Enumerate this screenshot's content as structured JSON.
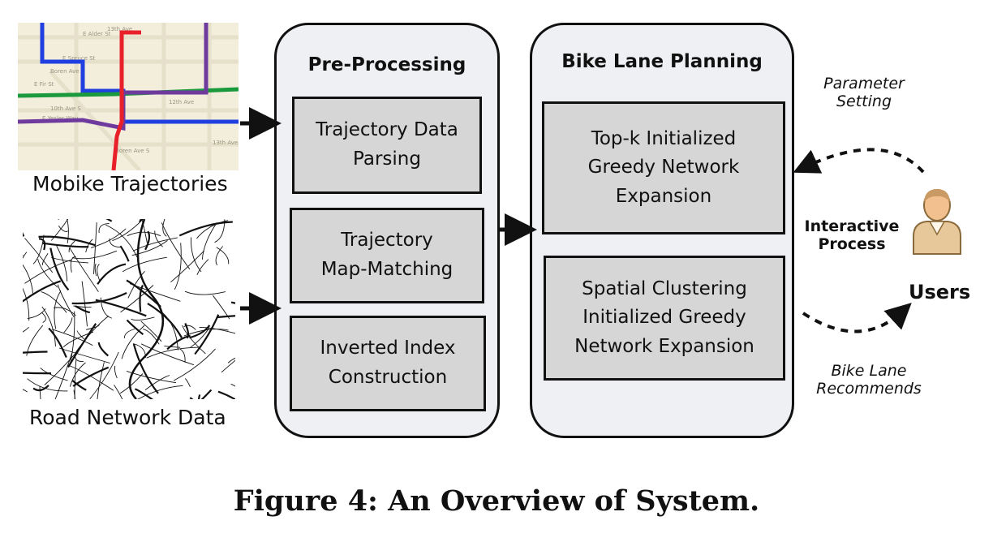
{
  "inputs": {
    "trajectories_label": "Mobike Trajectories",
    "road_network_label": "Road Network Data"
  },
  "map_street_labels": [
    "E Alder St",
    "13th Ave",
    "E Spruce St",
    "Boren Ave",
    "E Fir St",
    "10th Ave S",
    "E Yesler Way",
    "12th Ave",
    "Boren Ave S",
    "13th Ave S"
  ],
  "preprocessing": {
    "title": "Pre-Processing",
    "steps": [
      "Trajectory Data\nParsing",
      "Trajectory\nMap-Matching",
      "Inverted Index\nConstruction"
    ]
  },
  "planning": {
    "title": "Bike Lane Planning",
    "methods": [
      "Top-k Initialized\nGreedy Network\nExpansion",
      "Spatial Clustering\nInitialized Greedy\nNetwork Expansion"
    ]
  },
  "interaction": {
    "parameter_setting": "Parameter\nSetting",
    "interactive_process": "Interactive\nProcess",
    "recommends": "Bike Lane\nRecommends",
    "users_label": "Users",
    "users_icon": "user-icon"
  },
  "colors": {
    "stage_fill": "#eef0f4",
    "step_fill": "#d6d6d6",
    "trajectory_blue": "#1f3fe0",
    "trajectory_red": "#e8202a",
    "trajectory_green": "#1a9a3c",
    "trajectory_purple": "#6f3a9e"
  },
  "figure_caption": "Figure 4: An Overview of System."
}
